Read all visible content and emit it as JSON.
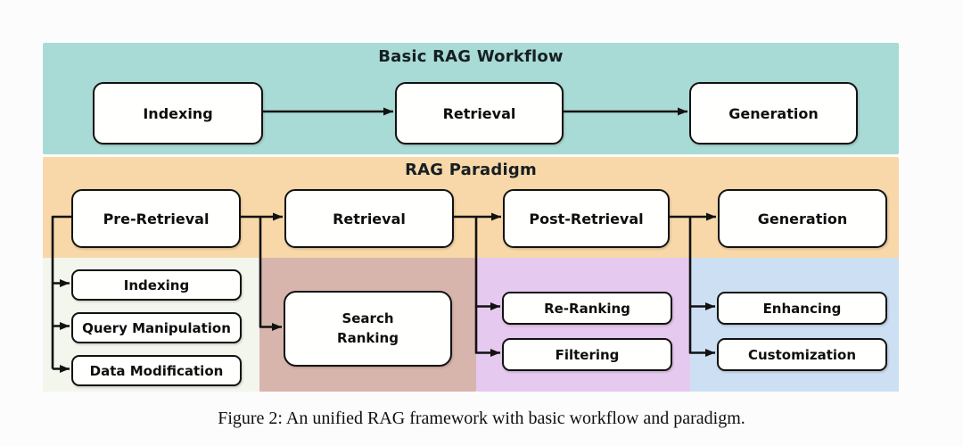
{
  "workflow": {
    "title": "Basic RAG Workflow",
    "nodes": [
      "Indexing",
      "Retrieval",
      "Generation"
    ]
  },
  "paradigm": {
    "title": "RAG Paradigm",
    "nodes": [
      "Pre-Retrieval",
      "Retrieval",
      "Post-Retrieval",
      "Generation"
    ],
    "subsections": {
      "pre_retrieval": {
        "items": [
          "Indexing",
          "Query Manipulation",
          "Data Modification"
        ]
      },
      "retrieval": {
        "items": [
          "Search\nRanking"
        ]
      },
      "post_retrieval": {
        "items": [
          "Re-Ranking",
          "Filtering"
        ]
      },
      "generation": {
        "items": [
          "Enhancing",
          "Customization"
        ]
      }
    }
  },
  "edges": [
    "Indexing -> Retrieval",
    "Retrieval -> Generation",
    "Pre-Retrieval -> Retrieval",
    "Retrieval -> Post-Retrieval",
    "Post-Retrieval -> Generation",
    "Pre-Retrieval -> Indexing",
    "Pre-Retrieval -> Query Manipulation",
    "Pre-Retrieval -> Data Modification",
    "Retrieval -> Search Ranking",
    "Post-Retrieval -> Re-Ranking",
    "Post-Retrieval -> Filtering",
    "Generation -> Enhancing",
    "Generation -> Customization"
  ],
  "colors": {
    "workflow_band": "#a9dbd6",
    "paradigm_band": "#f8d8a8",
    "pre_retrieval_section": "#f2f6ed",
    "retrieval_section": "#d7b5ad",
    "post_retrieval_section": "#e6c9ee",
    "generation_section": "#cddff2",
    "node_fill": "#fffffe",
    "stroke": "#121212"
  },
  "caption": "Figure 2: An unified RAG framework with basic workflow and paradigm."
}
